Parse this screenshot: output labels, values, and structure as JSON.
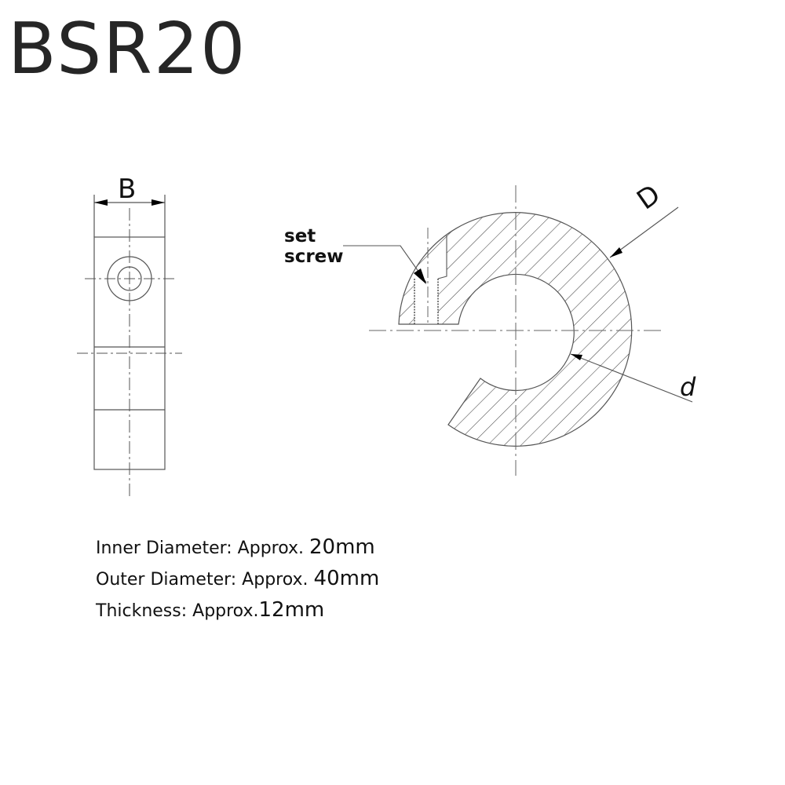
{
  "header": {
    "title": "BSR20"
  },
  "diagram": {
    "side_view": {
      "dimension_label": "B"
    },
    "front_view": {
      "callout_label_line1": "set",
      "callout_label_line2": "screw",
      "outer_diameter_label": "D",
      "inner_diameter_label": "d"
    }
  },
  "specs": [
    {
      "label": "Inner Diameter: Approx.",
      "value": "20mm"
    },
    {
      "label": "Outer Diameter: Approx.",
      "value": "40mm"
    },
    {
      "label": "Thickness: Approx.",
      "value": "12mm"
    }
  ],
  "colors": {
    "line": "#555555",
    "text": "#111111",
    "arrow": "#000000"
  }
}
